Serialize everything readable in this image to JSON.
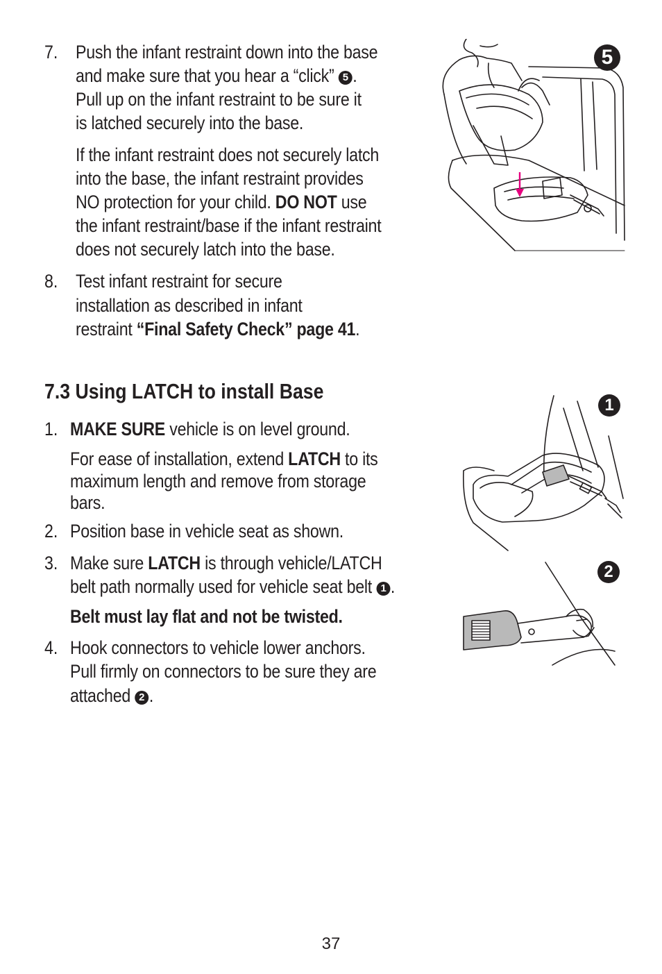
{
  "step7": {
    "number": "7.",
    "lines": [
      "Push the infant restraint down into the base",
      "and make sure that you hear a “click”",
      "Pull up on the infant restraint to be sure it",
      "is latched securely into the base."
    ],
    "callout": "5",
    "para2_lines": [
      "If the infant restraint does not securely latch",
      "into the base, the infant restraint provides",
      "NO protection for your child.",
      "the infant restraint/base if the infant restraint",
      "does not securely latch into the base."
    ],
    "do_not": "DO NOT",
    "use": "use"
  },
  "step8": {
    "number": "8.",
    "lines": [
      "Test infant restraint for secure",
      "installation as described in infant",
      "restraint"
    ],
    "ref": "“Final Safety Check” page 41",
    "end": "."
  },
  "section": {
    "heading": "7.3 Using LATCH to install Base",
    "steps": [
      {
        "number": "1.",
        "bold": "MAKE SURE",
        "text": "vehicle is on level ground."
      },
      {
        "number": "2.",
        "text": "Position base in vehicle seat as shown."
      },
      {
        "number": "3.",
        "pre": "Make sure",
        "bold": "LATCH",
        "text": "is through vehicle/LATCH",
        "line2": "belt path normally used for vehicle seat belt",
        "callout": "1"
      },
      {
        "number": "4.",
        "line1": "Hook connectors to vehicle lower anchors.",
        "line2": "Pull firmly on connectors to be sure they are",
        "line3": "attached",
        "callout": "2"
      }
    ],
    "ease_pre": "For ease of installation, extend",
    "ease_bold": "LATCH",
    "ease_post": "to its",
    "ease_line2": "maximum length and remove from storage",
    "ease_line3": "bars.",
    "belt_note": "Belt must lay flat and not be twisted."
  },
  "figures": {
    "fig5_badge": "5",
    "fig1_badge": "1",
    "fig2_badge": "2",
    "arrow_color": "#e6007e"
  },
  "footer": {
    "page_number": "37"
  }
}
